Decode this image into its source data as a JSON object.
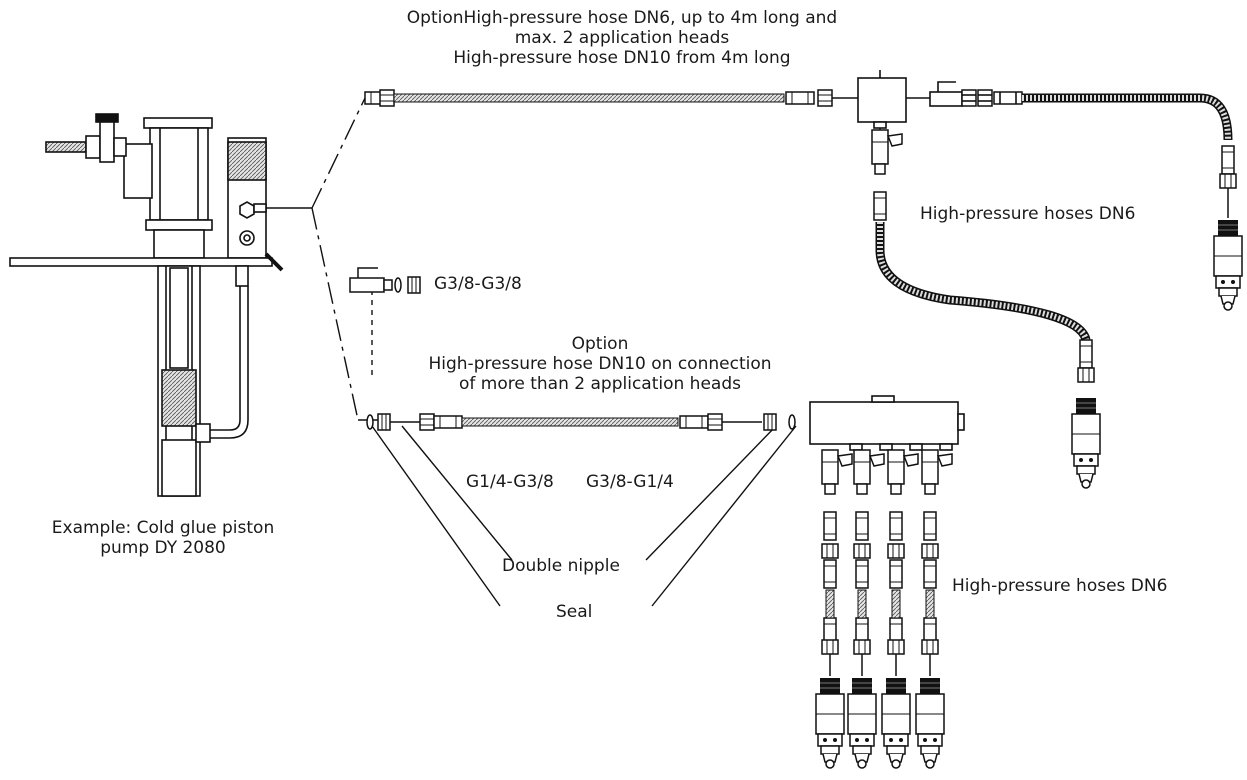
{
  "labels": {
    "top_option_line1": "OptionHigh-pressure hose DN6, up to 4m long and",
    "top_option_line2": "max. 2 application heads",
    "top_option_line3": "High-pressure hose DN10 from 4m long",
    "hoses_right": "High-pressure hoses DN6",
    "g38": "G3/8-G3/8",
    "mid_option_line1": "Option",
    "mid_option_line2": "High-pressure hose DN10 on connection",
    "mid_option_line3": "of more than 2 application heads",
    "g14_g38": "G1/4-G3/8",
    "g38_g14": "G3/8-G1/4",
    "pump_line1": "Example: Cold glue piston",
    "pump_line2": "pump DY 2080",
    "double_nipple": "Double nipple",
    "seal": "Seal",
    "hoses_bottom": "High-pressure hoses DN6"
  },
  "colors": {
    "ink": "#1a1a1a",
    "hose_fill": "#cfcfcf"
  }
}
